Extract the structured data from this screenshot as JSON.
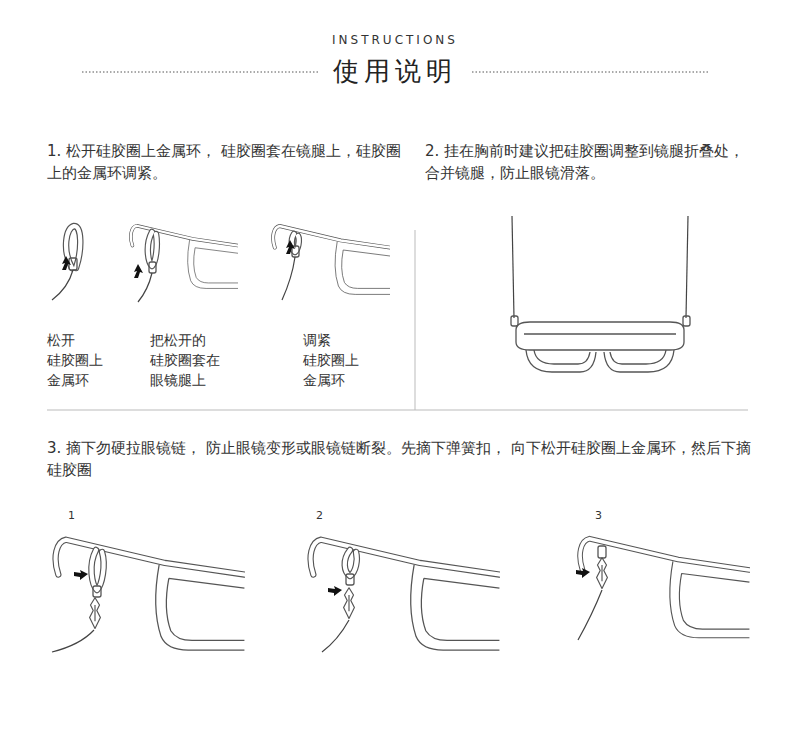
{
  "diagram": {
    "title": "使用说明",
    "labels": [
      "INSTRUCTIONS",
      "1. 松开硅胶圈上金属环， 硅胶圈套在镜腿上，硅胶圈上的金属环调紧。",
      "2. 挂在胸前时建议把硅胶圈调整到镜腿折叠处，合并镜腿，防止眼镜滑落。",
      "松开 硅胶圈上 金属环",
      "把松开的 硅胶圈套在 眼镜腿上",
      "调紧 硅胶圈上 金属环",
      "3. 摘下勿硬拉眼镜链， 防止眼镜变形或眼镜链断裂。先摘下弹簧扣， 向下松开硅胶圈上金属环，然后下摘硅胶圈",
      "1",
      "2",
      "3"
    ]
  }
}
